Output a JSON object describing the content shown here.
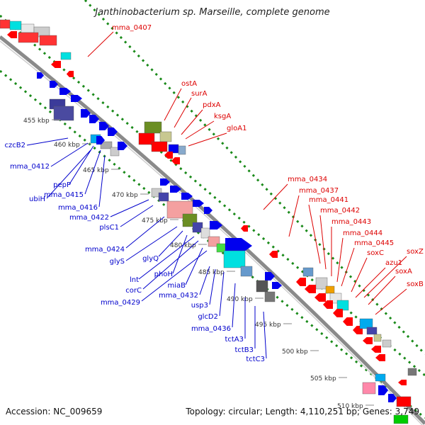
{
  "title": "Janthinobacterium sp. Marseille, complete genome",
  "footer": {
    "accession": "Accession: NC_009659",
    "summary": "Topology: circular; Length: 4,110,251 bp; Genes: 3,749"
  },
  "colors": {
    "forward_label": "#0000cc",
    "reverse_label": "#dd0000",
    "backbone": "#8a8a8a",
    "tick": "#1a8a1a"
  },
  "scale_labels": [
    "455 kbp",
    "460 kbp",
    "465 kbp",
    "470 kbp",
    "475 kbp",
    "480 kbp",
    "485 kbp",
    "490 kbp",
    "495 kbp",
    "500 kbp",
    "505 kbp",
    "510 kbp"
  ],
  "forward_gene_labels": [
    "czcB2",
    "mma_0412",
    "pepP",
    "ubiH",
    "mma_0415",
    "mma_0416",
    "mma_0422",
    "plsC1",
    "mma_0424",
    "glyS",
    "glyQ",
    "lnt",
    "phoH",
    "corC",
    "miaB",
    "mma_0429",
    "mma_0432",
    "usp3",
    "glcD2",
    "mma_0436",
    "tctA3",
    "tctB3",
    "tctC3"
  ],
  "reverse_gene_labels": [
    "mma_0407",
    "ostA",
    "surA",
    "pdxA",
    "ksgA",
    "gloA1",
    "mma_0434",
    "mma_0437",
    "mma_0441",
    "mma_0442",
    "mma_0443",
    "mma_0444",
    "mma_0445",
    "soxC",
    "azu1",
    "soxZ",
    "soxA",
    "soxB"
  ]
}
